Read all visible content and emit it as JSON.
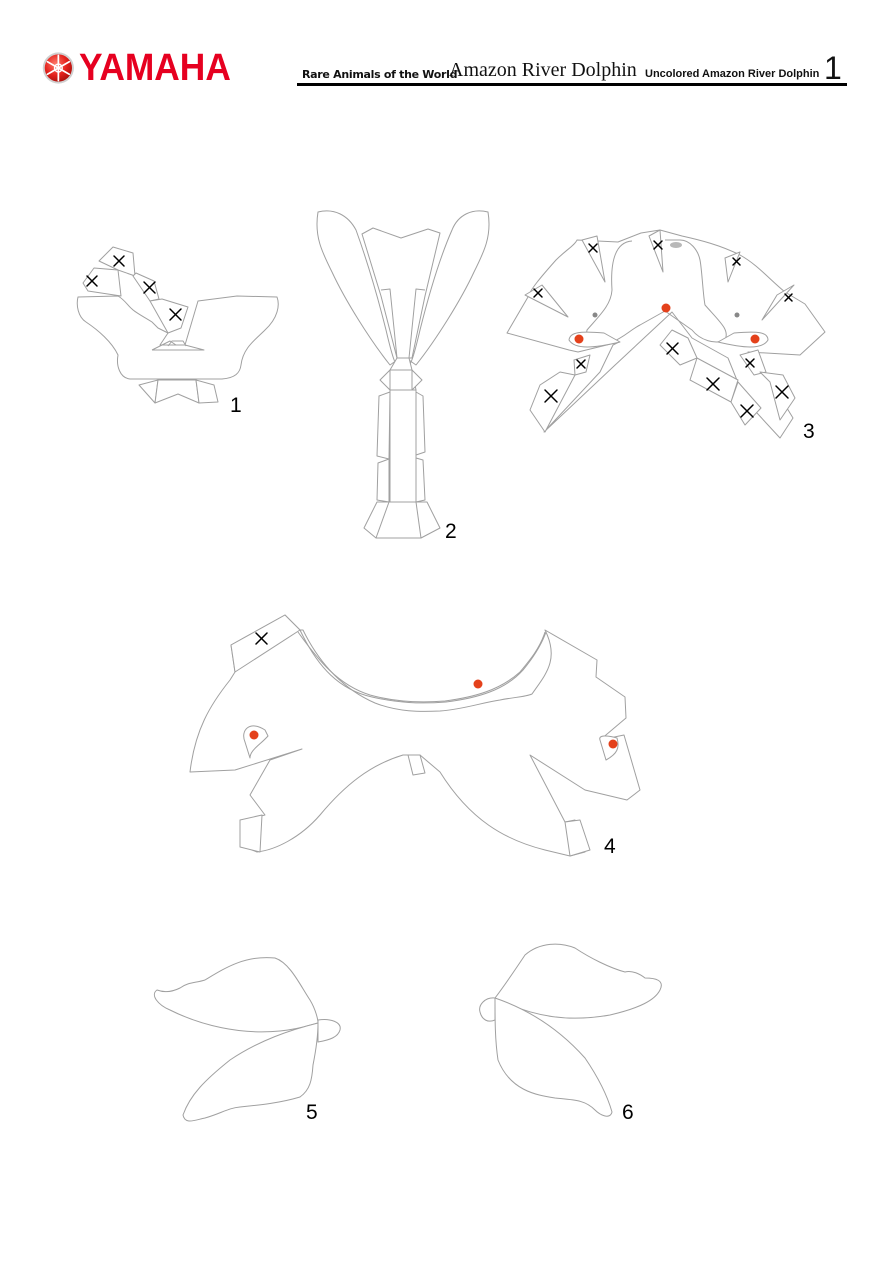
{
  "header": {
    "brand": "YAMAHA",
    "brand_color": "#e60020",
    "series": "Rare Animals of the World",
    "title": "Amazon River Dolphin",
    "subtitle": "Uncolored Amazon River Dolphin",
    "page_number": "1"
  },
  "parts": [
    {
      "number": "1"
    },
    {
      "number": "2"
    },
    {
      "number": "3"
    },
    {
      "number": "4"
    },
    {
      "number": "5"
    },
    {
      "number": "6"
    }
  ],
  "colors": {
    "outline": "#a0a0a0",
    "glue_mark": "#000000",
    "eye_dot": "#e4411b",
    "nostril": "#888888"
  }
}
